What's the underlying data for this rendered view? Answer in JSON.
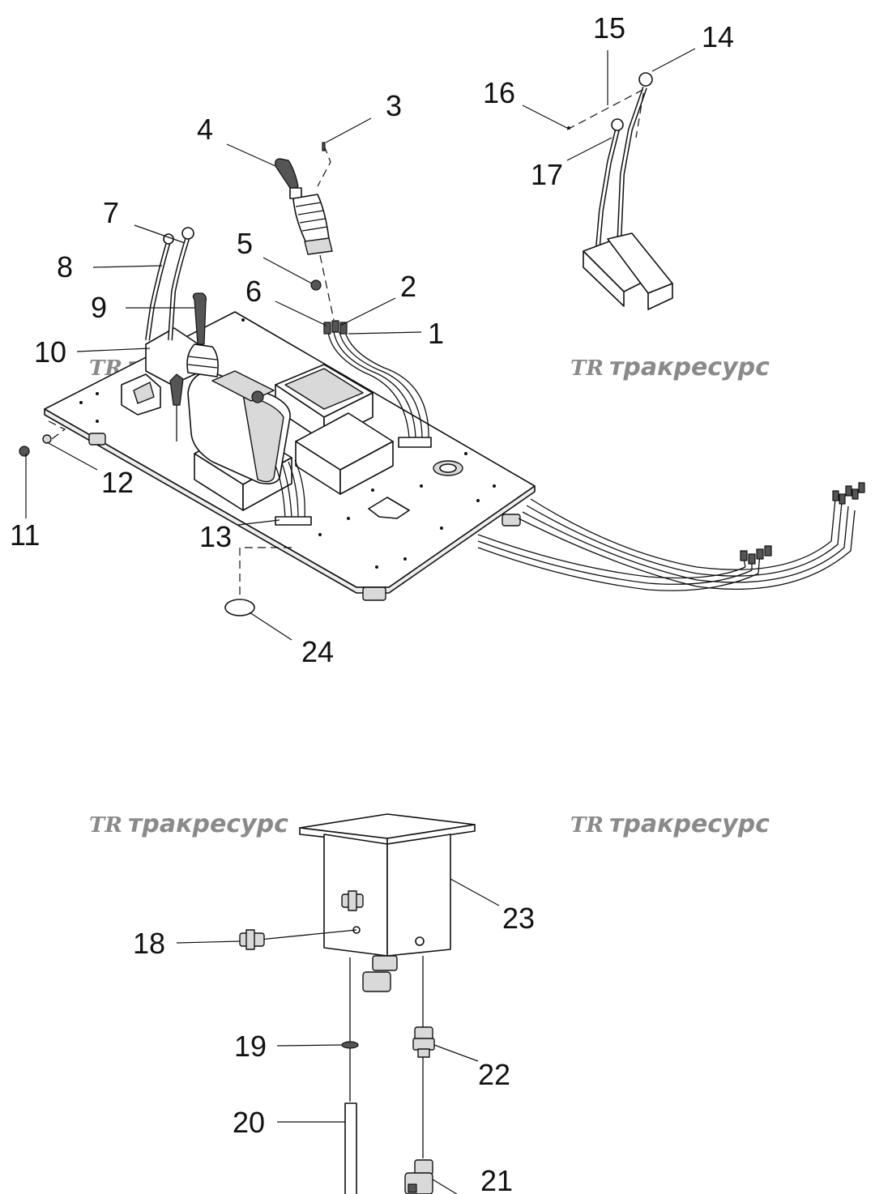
{
  "watermark": {
    "logo": "TR",
    "text": "тракресурс"
  },
  "callouts": {
    "c1": "1",
    "c2": "2",
    "c3": "3",
    "c4": "4",
    "c5": "5",
    "c6": "6",
    "c7": "7",
    "c8": "8",
    "c9": "9",
    "c10": "10",
    "c11": "11",
    "c12": "12",
    "c13": "13",
    "c14": "14",
    "c15": "15",
    "c16": "16",
    "c17": "17",
    "c18": "18",
    "c19": "19",
    "c20": "20",
    "c21": "21",
    "c22": "22",
    "c23": "23",
    "c24": "24"
  }
}
